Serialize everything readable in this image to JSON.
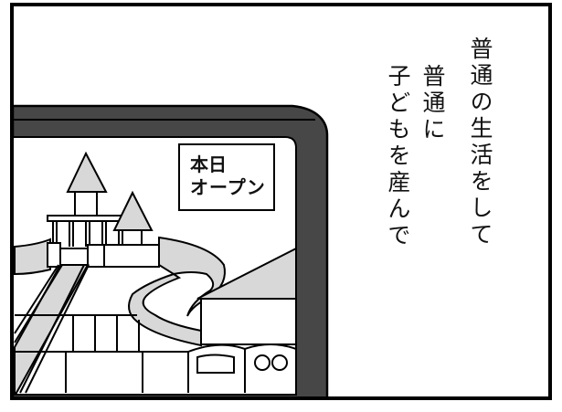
{
  "narration": {
    "lines": [
      "普通の生活をして",
      "普通に",
      "子どもを産んで"
    ]
  },
  "tv_screen": {
    "sign": {
      "line1": "本日",
      "line2": "オープン"
    },
    "scene": "amusement-park-castle-with-slides"
  },
  "colors": {
    "frame": "#000000",
    "bezel": "#474747",
    "fill_gray": "#d8d8d8",
    "background": "#ffffff"
  }
}
